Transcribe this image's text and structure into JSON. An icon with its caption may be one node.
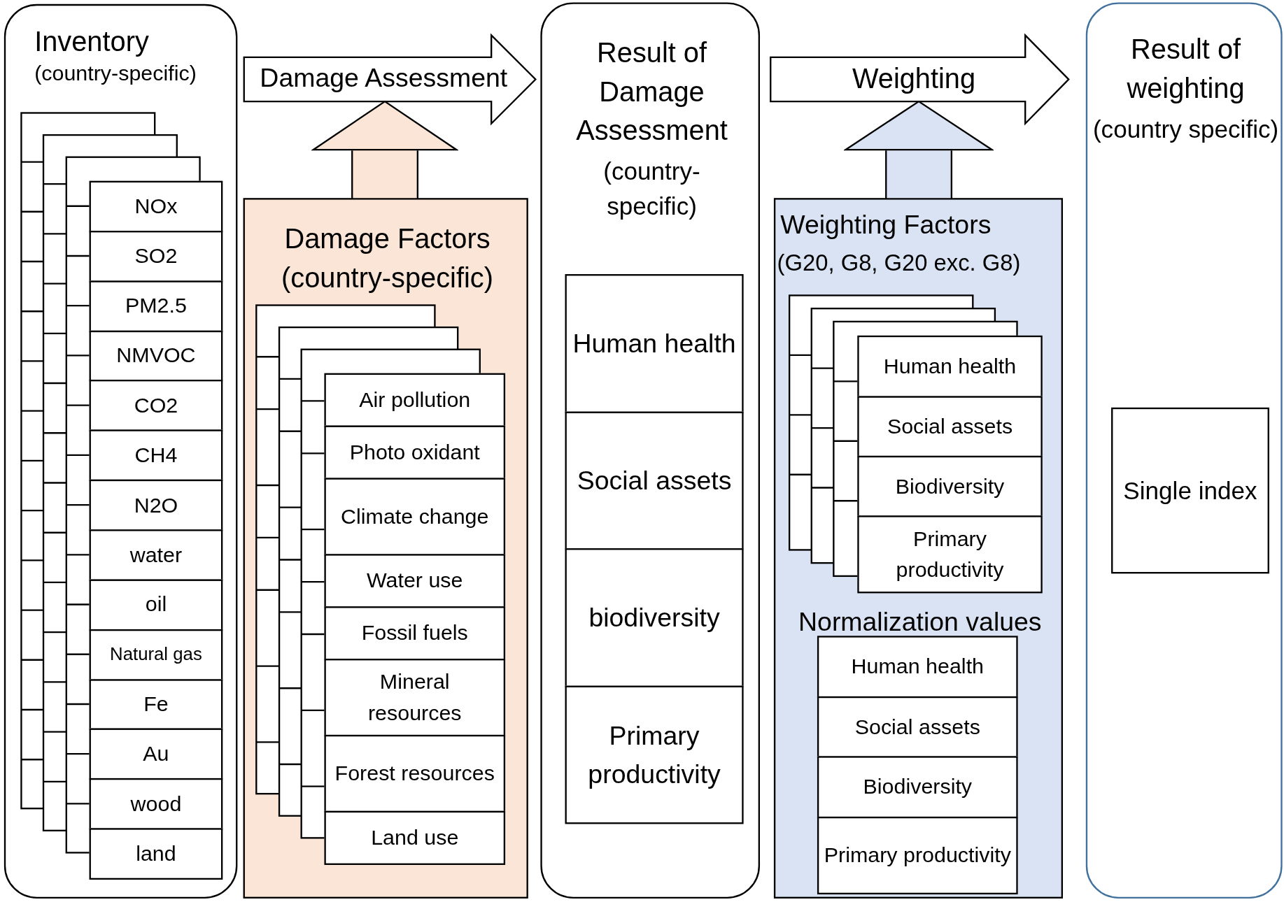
{
  "diagram": {
    "nodes": [
      {
        "text": [
          "Inventory",
          "(country-specific)"
        ]
      },
      {
        "text": [
          "NOx"
        ],
        "in": 0
      },
      {
        "text": [
          "SO2"
        ],
        "in": 0
      },
      {
        "text": [
          "PM2.5"
        ],
        "in": 0
      },
      {
        "text": [
          "NMVOC"
        ],
        "in": 0
      },
      {
        "text": [
          "CO2"
        ],
        "in": 0
      },
      {
        "text": [
          "CH4"
        ],
        "in": 0
      },
      {
        "text": [
          "N2O"
        ],
        "in": 0
      },
      {
        "text": [
          "water"
        ],
        "in": 0
      },
      {
        "text": [
          "oil"
        ],
        "in": 0
      },
      {
        "text": [
          "Natural gas"
        ],
        "in": 0
      },
      {
        "text": [
          "Fe"
        ],
        "in": 0
      },
      {
        "text": [
          "Au"
        ],
        "in": 0
      },
      {
        "text": [
          "wood"
        ],
        "in": 0
      },
      {
        "text": [
          "land"
        ],
        "in": 0
      },
      {
        "text": [
          "Damage Assessment"
        ]
      },
      {
        "text": [
          "Damage Factors (country-specific)"
        ]
      },
      {
        "text": [
          "Air pollution"
        ],
        "in": 16
      },
      {
        "text": [
          "Photo oxidant"
        ],
        "in": 16
      },
      {
        "text": [
          "Climate change"
        ],
        "in": 16
      },
      {
        "text": [
          "Water use"
        ],
        "in": 16
      },
      {
        "text": [
          "Fossil fuels"
        ],
        "in": 16
      },
      {
        "text": [
          "Mineral resources"
        ],
        "in": 16
      },
      {
        "text": [
          "Forest resources"
        ],
        "in": 16
      },
      {
        "text": [
          "Land use"
        ],
        "in": 16
      },
      {
        "text": [
          "Result of Damage Assessment",
          "(country-specific)"
        ]
      },
      {
        "text": [
          "Human health"
        ],
        "in": 25
      },
      {
        "text": [
          "Social assets"
        ],
        "in": 25
      },
      {
        "text": [
          "biodiversity"
        ],
        "in": 25
      },
      {
        "text": [
          "Primary productivity"
        ],
        "in": 25
      },
      {
        "text": [
          "Weighting"
        ]
      },
      {
        "text": [
          "Weighting Factors",
          "(G20, G8, G20 exc. G8)",
          "Normalization values"
        ]
      },
      {
        "text": [
          "Human health"
        ],
        "in": 31
      },
      {
        "text": [
          "Social assets"
        ],
        "in": 31
      },
      {
        "text": [
          "Biodiversity"
        ],
        "in": 31
      },
      {
        "text": [
          "Primary productivity"
        ],
        "in": 31
      },
      {
        "text": [
          "Human health"
        ],
        "in": 31
      },
      {
        "text": [
          "Social assets"
        ],
        "in": 31
      },
      {
        "text": [
          "Biodiversity"
        ],
        "in": 31
      },
      {
        "text": [
          "Primary productivity"
        ],
        "in": 31
      },
      {
        "text": [
          "Result of weighting",
          "(country specific)"
        ]
      },
      {
        "text": [
          "Single index"
        ],
        "in": 40
      }
    ],
    "edges": [
      {
        "from": 16,
        "to": 15,
        "arrow": "to"
      },
      {
        "from": 31,
        "to": 30,
        "arrow": "to"
      }
    ]
  }
}
